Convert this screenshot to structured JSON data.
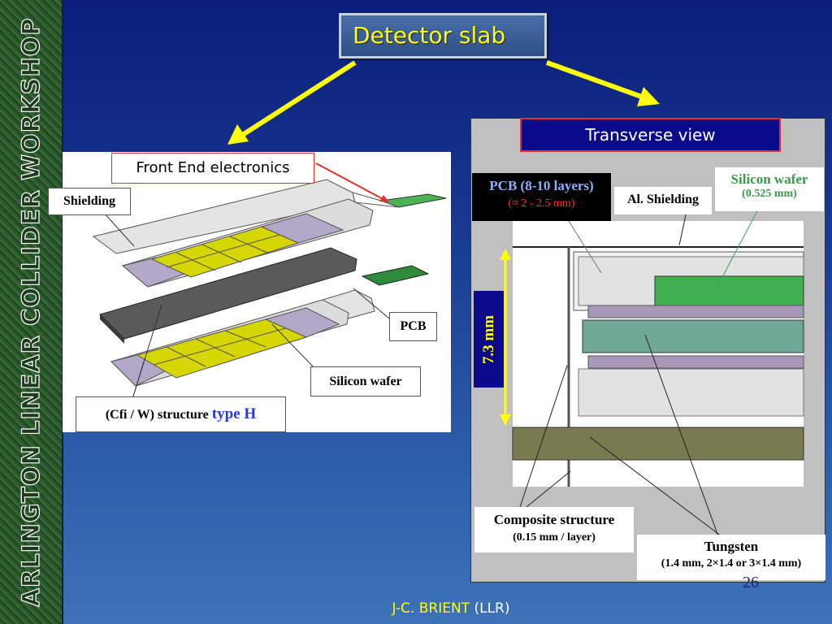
{
  "sidebar": {
    "text": "ARLINGTON LINEAR COLLIDER WORKSHOP"
  },
  "title": "Detector slab",
  "left_labels": {
    "front_end": "Front End electronics",
    "shielding": "Shielding",
    "pcb": "PCB",
    "silicon": "Silicon wafer",
    "structure": "(Cfi / W) structure",
    "structure_type": "type H"
  },
  "right": {
    "view_title": "Transverse view",
    "pcb_line1": "PCB (8-10 layers)",
    "pcb_line2": "(≈ 2 - 2.5 mm)",
    "al_shielding": "Al. Shielding",
    "si_line1": "Silicon wafer",
    "si_line2": "(0.525 mm)",
    "thickness": "7.3 mm",
    "comp_line1": "Composite structure",
    "comp_line2": "(0.15 mm / layer)",
    "tung_line1": "Tungsten",
    "tung_line2": "(1.4 mm, 2×1.4 or 3×1.4 mm)"
  },
  "page_number": "26",
  "footer": {
    "author": "J-C. BRIENT",
    "lab": "(LLR)"
  },
  "colors": {
    "accent": "#ffff00",
    "title_bg": "#3a5f98",
    "view_bg": "#0a0a8a",
    "border_red": "#e03030"
  }
}
